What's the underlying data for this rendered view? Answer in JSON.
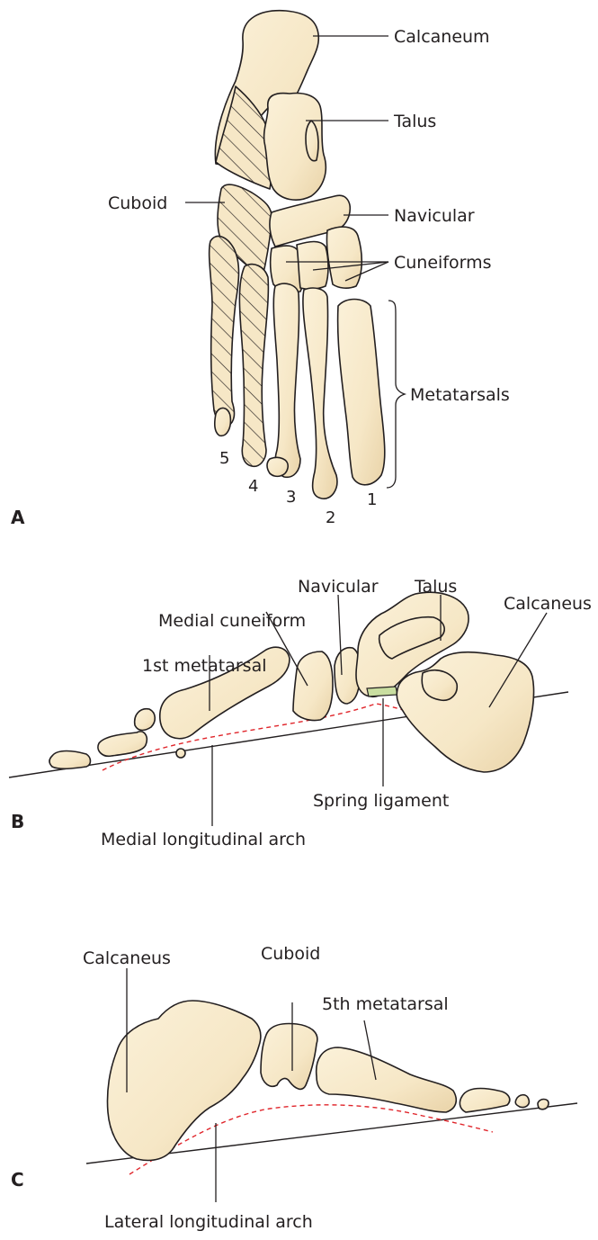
{
  "colors": {
    "bone_fill": "#f6e7c6",
    "bone_shade": "#e9d3a8",
    "outline": "#231f20",
    "arch_line": "#e0252b",
    "ligament": "#c9dea0"
  },
  "panel_a": {
    "letter": "A",
    "labels": {
      "calcaneum": "Calcaneum",
      "talus": "Talus",
      "cuboid": "Cuboid",
      "navicular": "Navicular",
      "cuneiforms": "Cuneiforms",
      "metatarsals": "Metatarsals"
    },
    "numbers": [
      "5",
      "4",
      "3",
      "2",
      "1"
    ]
  },
  "panel_b": {
    "letter": "B",
    "labels": {
      "navicular": "Navicular",
      "talus": "Talus",
      "medial_cuneiform": "Medial cuneiform",
      "calcaneus": "Calcaneus",
      "first_metatarsal": "1st metatarsal",
      "spring_ligament": "Spring ligament",
      "medial_arch": "Medial longitudinal arch"
    }
  },
  "panel_c": {
    "letter": "C",
    "labels": {
      "calcaneus": "Calcaneus",
      "cuboid": "Cuboid",
      "fifth_metatarsal": "5th metatarsal",
      "lateral_arch": "Lateral longitudinal arch"
    }
  }
}
